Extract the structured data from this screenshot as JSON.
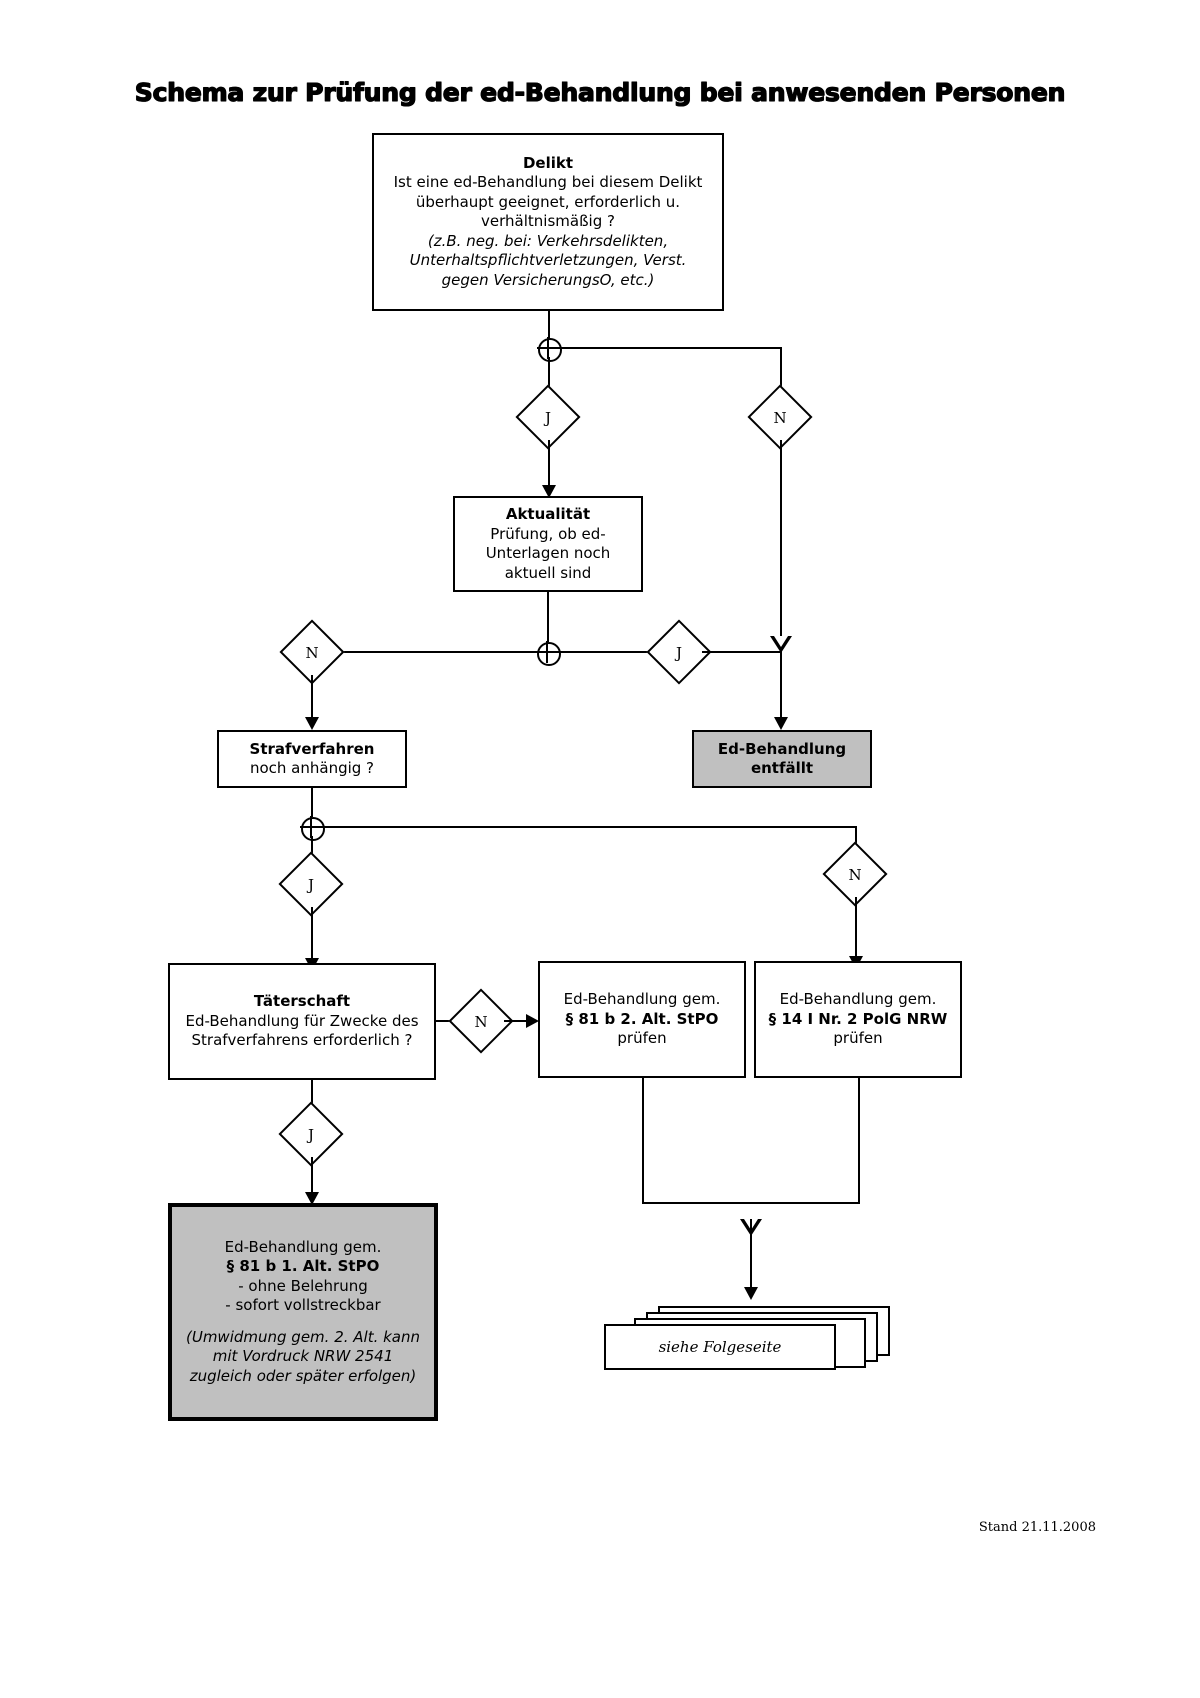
{
  "page": {
    "title": "Schema zur Prüfung der ed-Behandlung bei anwesenden Personen",
    "footer": "Stand 21.11.2008",
    "colors": {
      "shaded_fill": "#c0c0c0",
      "line": "#000000",
      "background": "#ffffff"
    }
  },
  "nodes": {
    "delikt": {
      "title": "Delikt",
      "line1": "Ist eine ed-Behandlung bei diesem Delikt",
      "line2": "überhaupt geeignet, erforderlich u.",
      "line3": "verhältnismäßig ?",
      "note1": "(z.B. neg. bei: Verkehrsdelikten,",
      "note2": "Unterhaltspflichtverletzungen, Verst.",
      "note3": "gegen VersicherungsO, etc.)"
    },
    "aktualitaet": {
      "title": "Aktualität",
      "line1": "Prüfung, ob ed-",
      "line2": "Unterlagen noch",
      "line3": "aktuell sind"
    },
    "strafverfahren": {
      "title": "Strafverfahren",
      "line1": "noch anhängig ?"
    },
    "entfaellt": {
      "line1": "Ed-Behandlung",
      "line2": "entfällt"
    },
    "taeterschaft": {
      "title": "Täterschaft",
      "line1": "Ed-Behandlung für Zwecke des",
      "line2": "Strafverfahrens erforderlich ?"
    },
    "stpo_2alt": {
      "line1": "Ed-Behandlung gem.",
      "line2": "§ 81 b 2. Alt. StPO",
      "line3": "prüfen"
    },
    "polg_nrw": {
      "line1": "Ed-Behandlung gem.",
      "line2": "§ 14 I Nr. 2 PolG NRW",
      "line3": "prüfen"
    },
    "stpo_1alt": {
      "line1": "Ed-Behandlung gem.",
      "line2": "§ 81 b 1. Alt. StPO",
      "line3": "- ohne Belehrung",
      "line4": "- sofort vollstreckbar",
      "note1": "(Umwidmung  gem. 2. Alt. kann",
      "note2": "mit Vordruck NRW 2541",
      "note3": "zugleich oder später erfolgen)"
    },
    "folgeseite": {
      "label": "siehe Folgeseite"
    }
  },
  "decisions": {
    "delikt_ja": "J",
    "delikt_nein": "N",
    "aktualitaet_nein": "N",
    "aktualitaet_ja": "J",
    "strafverfahren_ja": "J",
    "strafverfahren_nein": "N",
    "taeterschaft_nein": "N",
    "taeterschaft_ja": "J"
  }
}
